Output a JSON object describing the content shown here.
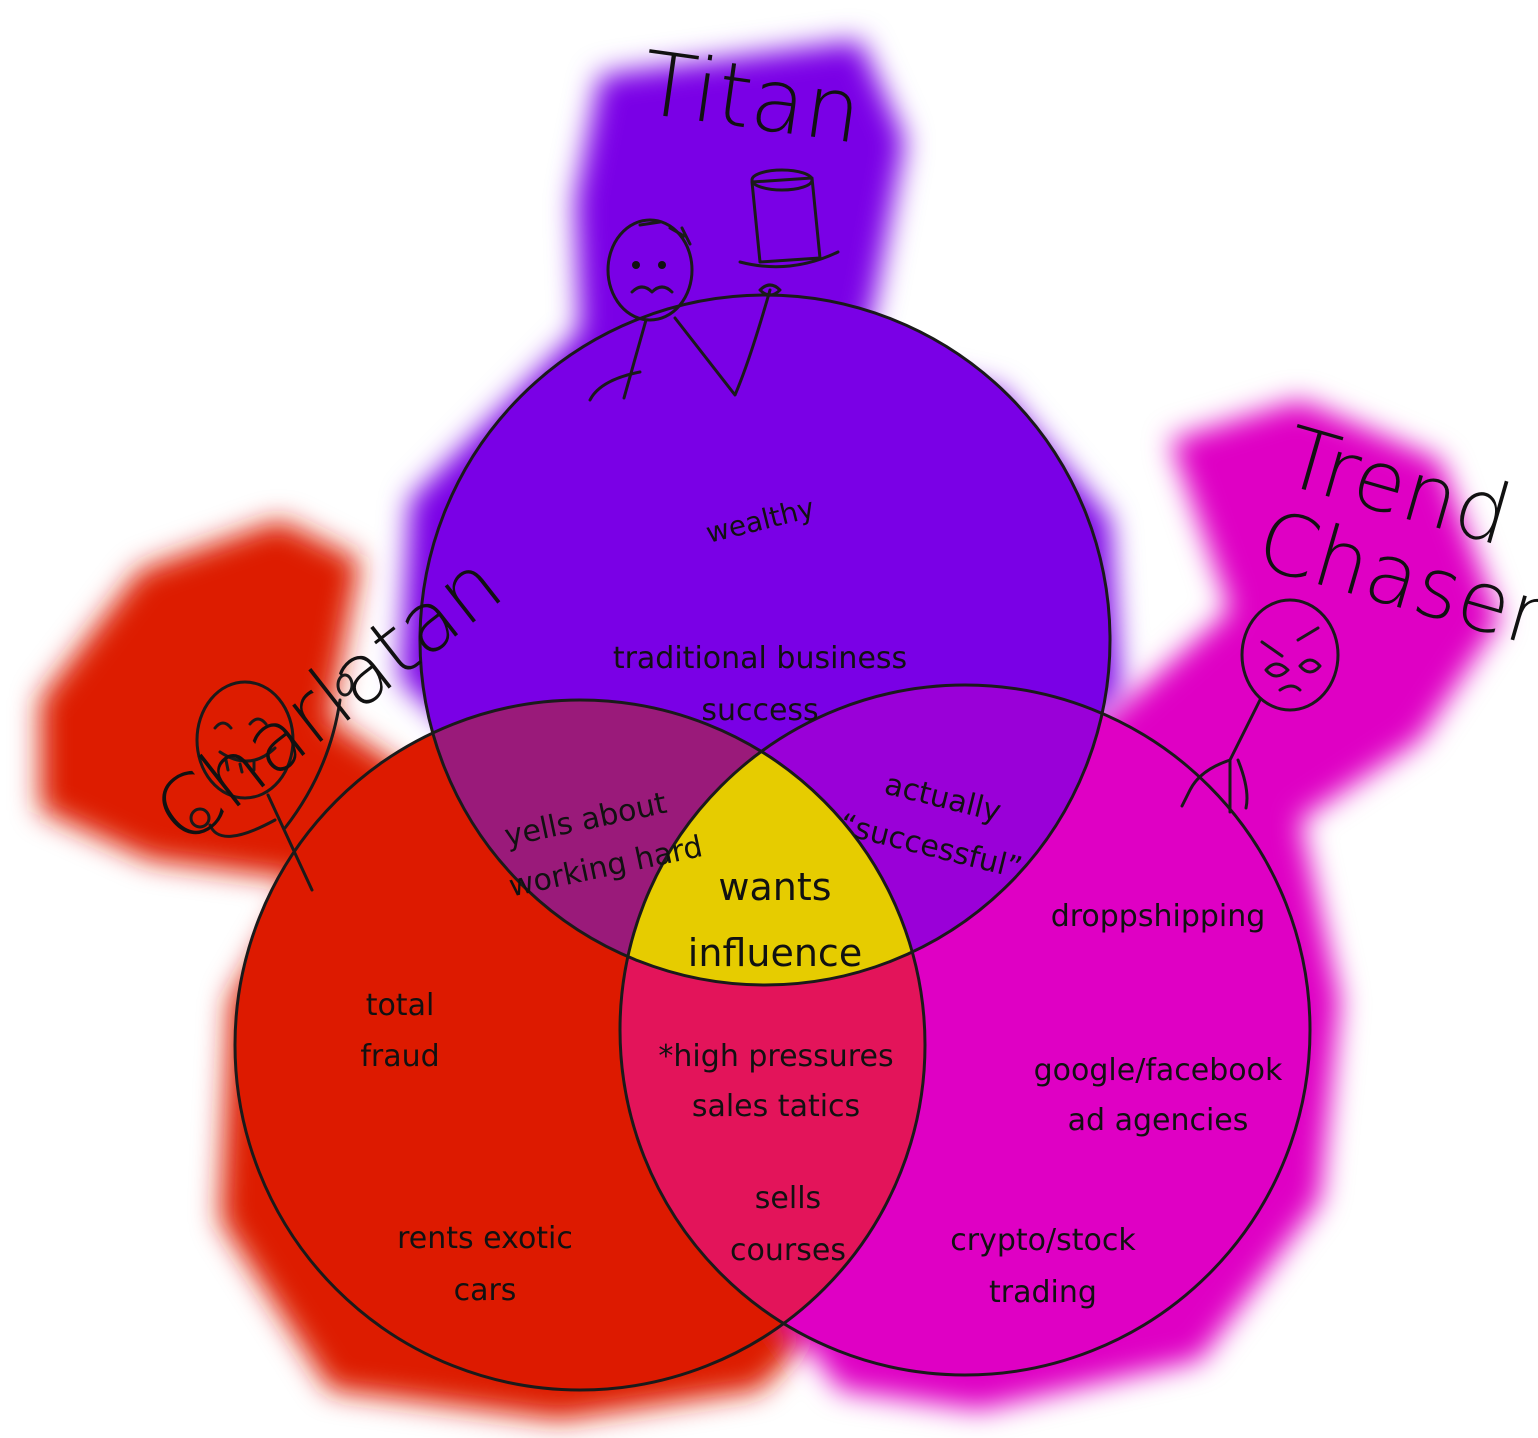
{
  "colors": {
    "titan": "#7a00e6",
    "charlatan": "#dd1a00",
    "trend_chaser": "#df00c4",
    "center": "#e6cc00",
    "outline": "#222222"
  },
  "groups": {
    "titan": "Titan",
    "charlatan": "Charlatan",
    "trend_chaser_line1": "Trend",
    "trend_chaser_line2": "Chaser"
  },
  "regions": {
    "titan_only": {
      "line1": "wealthy",
      "line2": "traditional business",
      "line3": "success"
    },
    "titan_charlatan": {
      "line1": "yells about",
      "line2": "working hard"
    },
    "titan_trend": {
      "line1": "actually",
      "line2": "“successful”"
    },
    "center": {
      "line1": "wants",
      "line2": "influence"
    },
    "charlatan_only": {
      "line1": "total",
      "line2": "fraud",
      "line3": "rents exotic",
      "line4": "cars"
    },
    "charlatan_trend": {
      "line1": "*high pressures",
      "line2": "sales tatics",
      "line3": "sells",
      "line4": "courses"
    },
    "trend_only": {
      "line1": "droppshipping",
      "line2": "google/facebook",
      "line3": "ad agencies",
      "line4": "crypto/stock",
      "line5": "trading"
    }
  },
  "icons": {
    "titan_figure": "stick-figure-top-hat-icon",
    "charlatan_figure": "stick-figure-laughing-icon",
    "trend_figure": "stick-figure-frustrated-icon"
  }
}
